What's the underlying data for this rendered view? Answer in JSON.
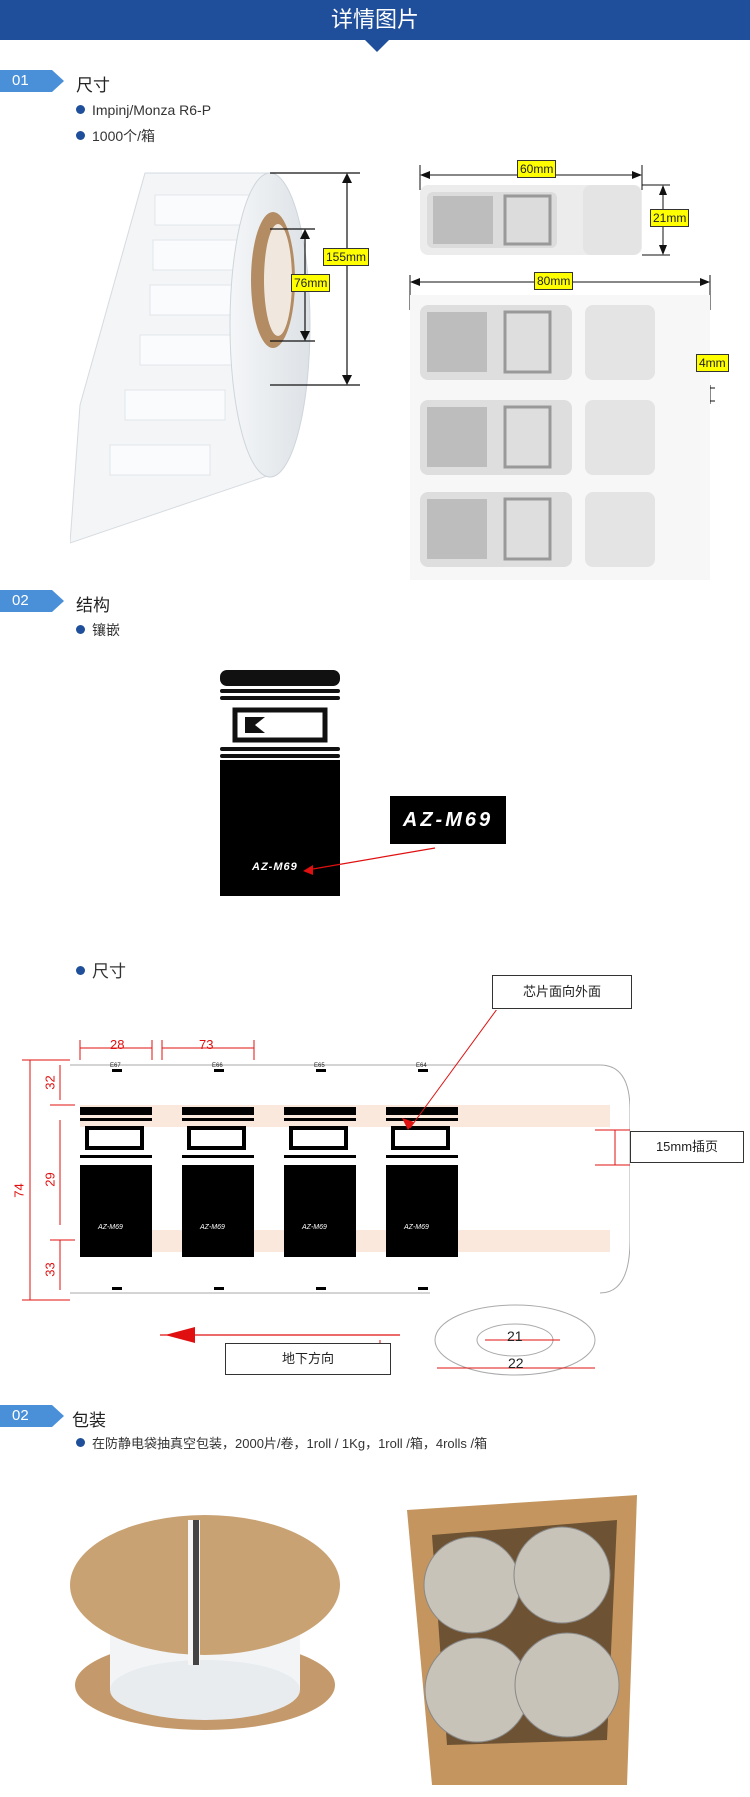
{
  "header": {
    "title": "详情图片"
  },
  "section1": {
    "num": "01",
    "title": "尺寸",
    "bullets": [
      "Impinj/Monza R6-P",
      "1000个/箱"
    ],
    "roll_labels": {
      "height": "155mm",
      "core": "76mm"
    },
    "tag_labels": {
      "width": "60mm",
      "height": "21mm",
      "pitch": "80mm",
      "gap": "4mm"
    }
  },
  "section2": {
    "num": "02",
    "title": "结构",
    "bullet": "镶嵌",
    "model": "AZ-M69",
    "model_small": "AZ-M69"
  },
  "section3": {
    "title": "尺寸",
    "note_chip": "芯片面向外面",
    "note_insert": "15mm插页",
    "direction": "地下方向",
    "dims": {
      "d28": "28",
      "d73": "73",
      "d32": "32",
      "d29": "29",
      "d33": "33",
      "d74": "74",
      "d21": "21",
      "d22": "22"
    },
    "tag_codes": [
      "E67",
      "E66",
      "E65",
      "E64"
    ],
    "tag_models": [
      "AZ-M69",
      "AZ-M69",
      "AZ-M69",
      "AZ-M69"
    ]
  },
  "section4": {
    "num": "02",
    "title": "包装",
    "bullet": "在防静电袋抽真空包装，2000片/卷，1roll / 1Kg，1roll /箱，4rolls /箱"
  },
  "colors": {
    "header": "#1f4f9a",
    "tag": "#4a90d9",
    "highlight": "#ffff00",
    "accent_red": "#e01010"
  }
}
